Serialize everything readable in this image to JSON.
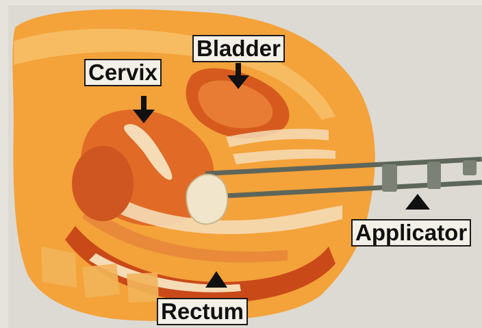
{
  "labels": {
    "bladder": "Bladder",
    "cervix": "Cervix",
    "applicator": "Applicator",
    "rectum": "Rectum"
  },
  "colors": {
    "tissue_light": "#f4a23a",
    "tissue_mid": "#e8742a",
    "tissue_dark": "#c94a18",
    "lumen": "#f5dcb6",
    "background": "#dcdad2",
    "instrument": "#5e6659"
  }
}
